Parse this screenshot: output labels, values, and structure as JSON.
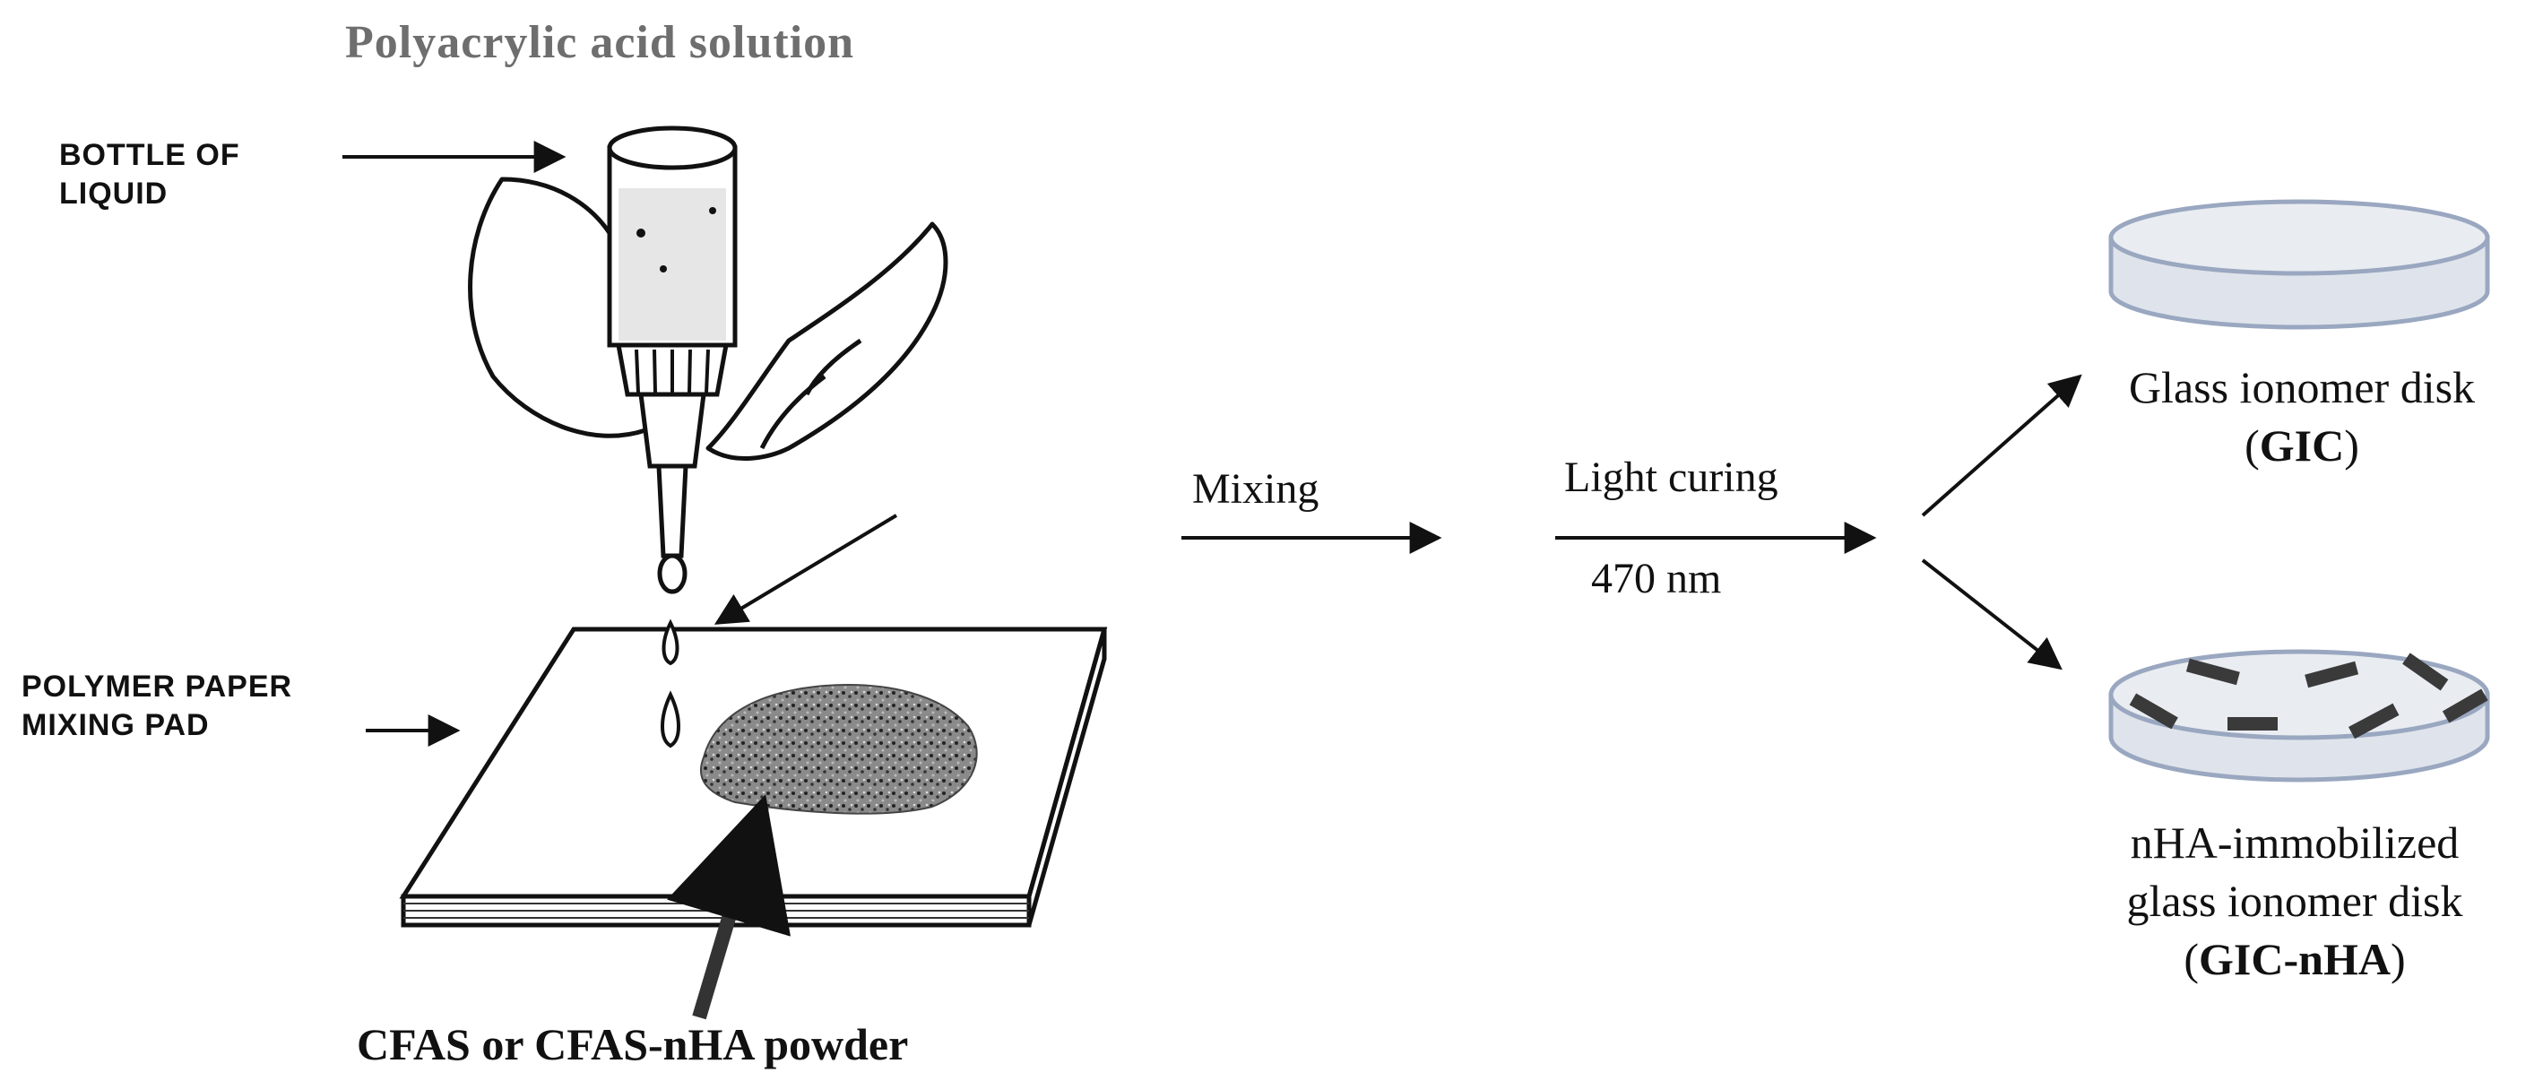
{
  "left": {
    "title": "Polyacrylic  acid solution",
    "bottle_label_1": "BOTTLE OF",
    "bottle_label_2": "LIQUID",
    "pad_label_1": "POLYMER PAPER",
    "pad_label_2": "MIXING PAD",
    "powder_label": "CFAS or CFAS-nHA powder"
  },
  "steps": {
    "mixing": "Mixing",
    "curing": "Light curing",
    "wavelength": "470 nm"
  },
  "disks": {
    "gic_line1": "Glass ionomer disk",
    "gic_open": "(",
    "gic_code": "GIC",
    "gic_close": ")",
    "nha_line1": "nHA-immobilized",
    "nha_line2": "glass ionomer disk",
    "nha_open": "(",
    "nha_code": "GIC-nHA",
    "nha_close": ")"
  }
}
